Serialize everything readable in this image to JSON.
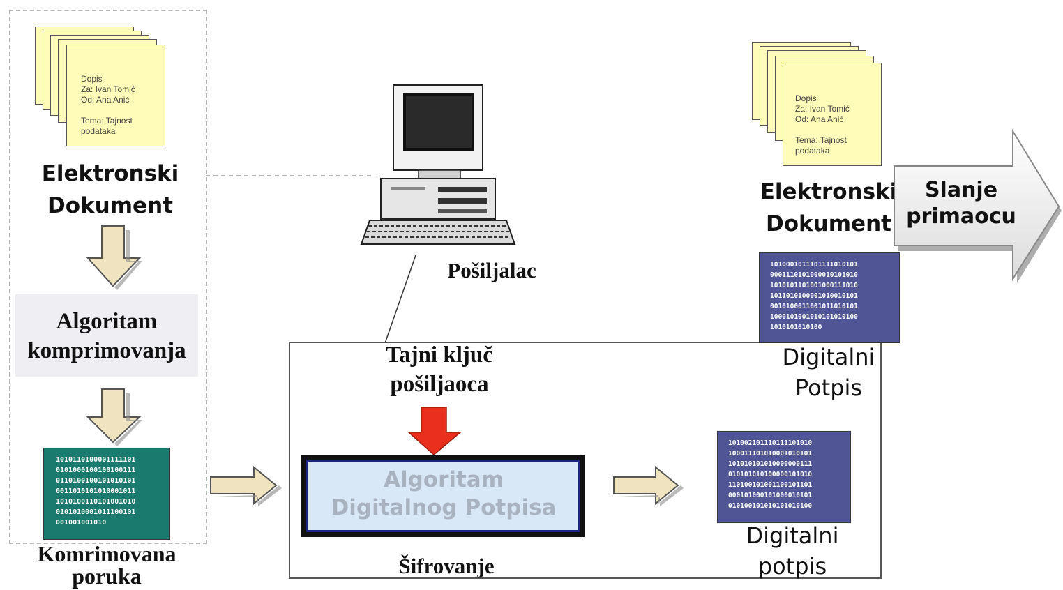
{
  "left_doc": {
    "lines": "Dopis\nZa: Ivan Tomić\nOd: Ana Anić\n\nTema: Tajnost\npodataka",
    "label_line1": "Elektronski",
    "label_line2": "Dokument"
  },
  "compression": {
    "line1": "Algoritam",
    "line2": "komprimovanja"
  },
  "compressed_message": {
    "binary": "1010110100001111101\n0101000100100100111\n0110100100101010101\n0011010101010001011\n1010100110101001010\n0101010001011100101\n001001001010",
    "label_line1": "Komrimovana",
    "label_line2": "poruka"
  },
  "sender": {
    "label": "Pošiljalac"
  },
  "encryption": {
    "secret_key_line1": "Tajni ključ",
    "secret_key_line2": "pošiljaoca",
    "algo_line1": "Algoritam",
    "algo_line2": "Digitalnog Potpisa",
    "label": "Šifrovanje"
  },
  "signature_inner": {
    "binary": "101002101110111101010\n100011101010001010101\n101010101010000000111\n010101010100000101010\n110100101001100101101\n000101000101000010101\n010100101010101010100",
    "label_line1": "Digitalni",
    "label_line2": "potpis"
  },
  "right_doc": {
    "lines": "Dopis\nZa: Ivan Tomić\nOd: Ana Anić\n\nTema: Tajnost\npodataka",
    "label_line1": "Elektronski",
    "label_line2": "Dokument"
  },
  "signature_right": {
    "binary": "1010001011101111010101\n0001110101000010101010\n1010101101001000111010\n1011010100001010010101\n0010100011001011010101\n1000101001010101010100\n1010101010100",
    "label_line1": "Digitalni",
    "label_line2": "Potpis"
  },
  "send_arrow": {
    "line1": "Slanje",
    "line2": "primaocu"
  },
  "colors": {
    "paper": "#fffbb8",
    "compressed_bg": "#1b7a6e",
    "signature_bg": "#4f5595",
    "key_arrow": "#e8301c",
    "flow_arrow": "#efe3c0"
  }
}
